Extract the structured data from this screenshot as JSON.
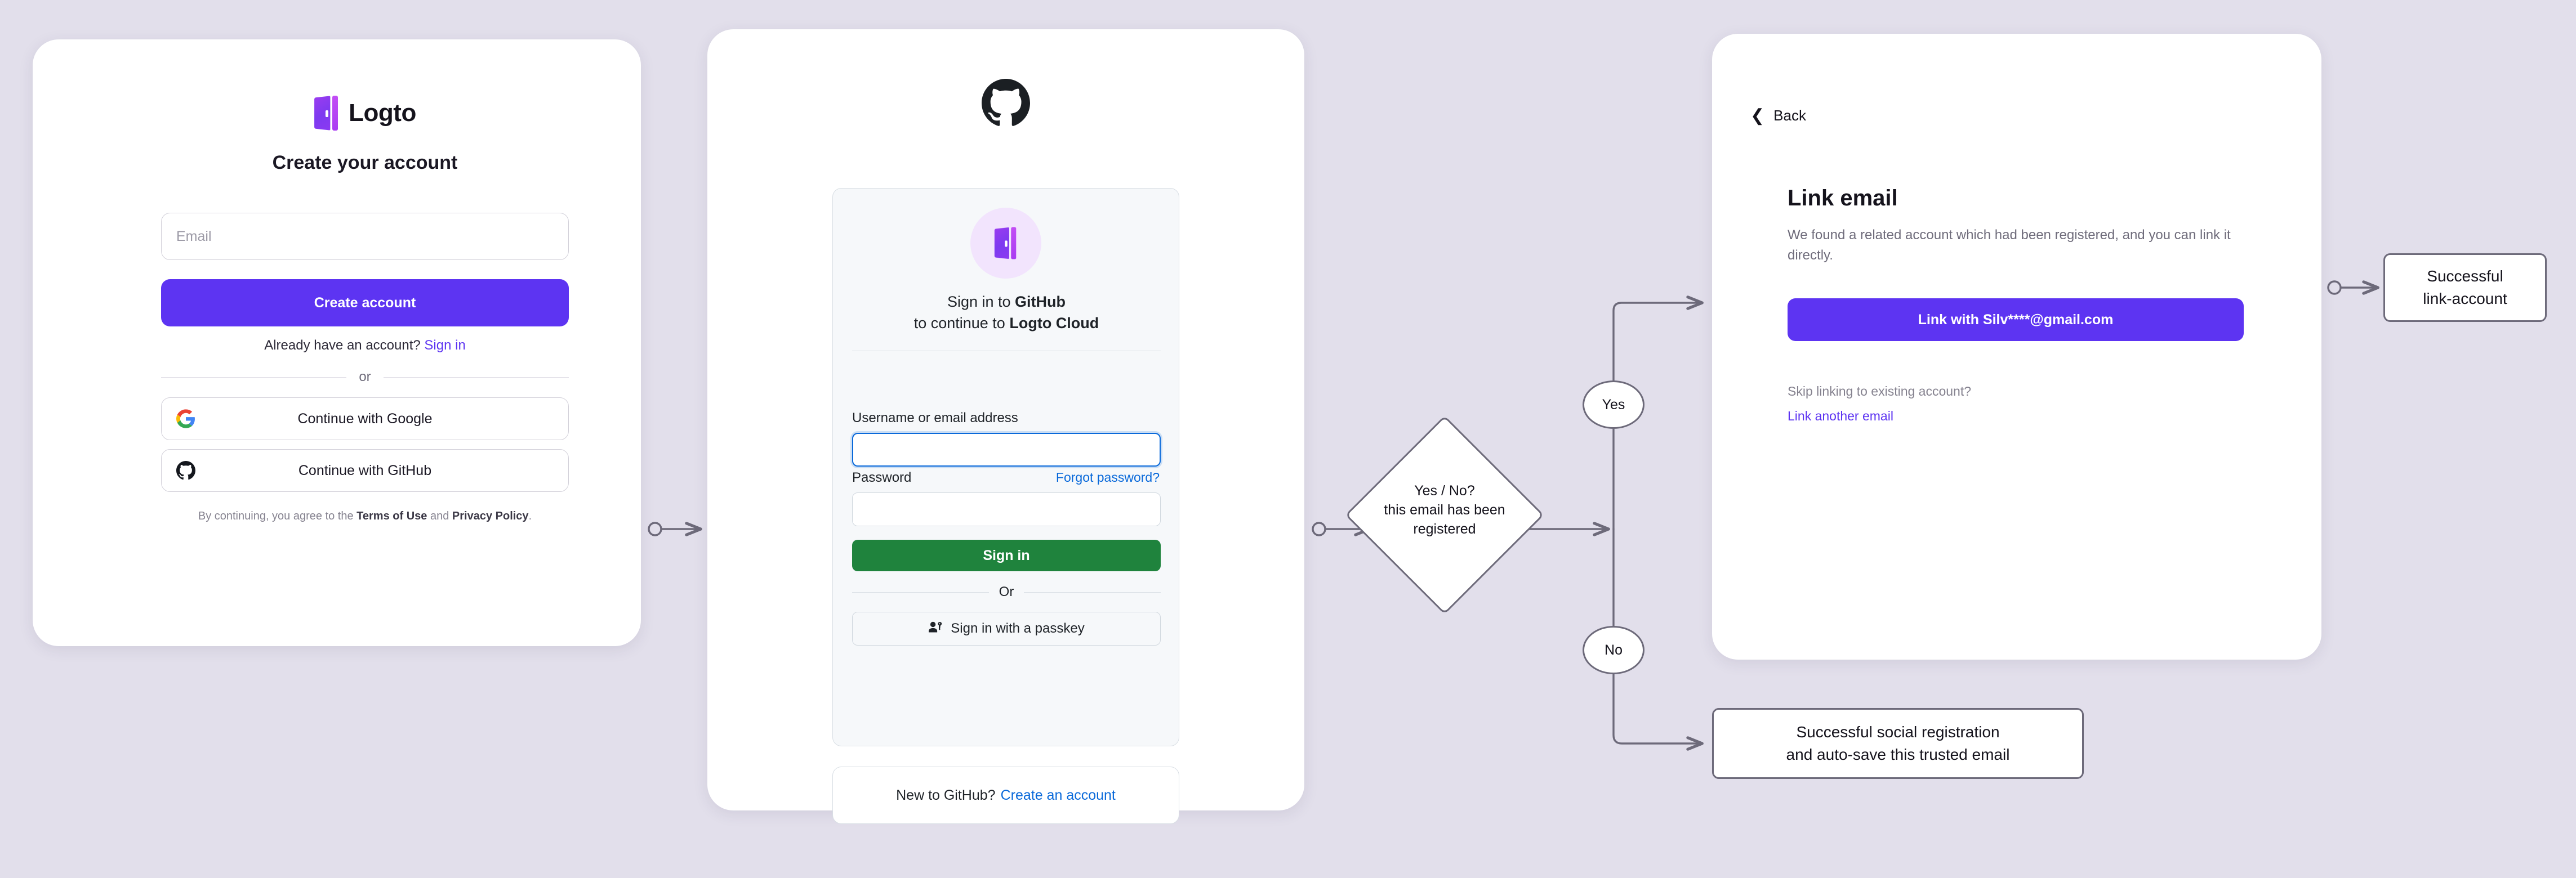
{
  "canvas": {
    "background": "#e2dfeb",
    "accent_purple": "#5d34f2",
    "github_green": "#1f833d",
    "github_blue": "#0969da",
    "stroke": "#6d6a7a"
  },
  "signup_card": {
    "brand": "Logto",
    "title": "Create your account",
    "email_placeholder": "Email",
    "create_account_label": "Create account",
    "already_prefix": "Already have an account?",
    "sign_in_link": "Sign in",
    "divider": "or",
    "google_label": "Continue with Google",
    "github_label": "Continue with GitHub",
    "legal_prefix": "By continuing, you agree to the",
    "legal_terms": "Terms of Use",
    "legal_and": "and",
    "legal_privacy": "Privacy Policy",
    "legal_period": "."
  },
  "github_card": {
    "heading_line1_prefix": "Sign in to",
    "heading_line1_strong": "GitHub",
    "heading_line2_prefix": "to continue to",
    "heading_line2_strong": "Logto Cloud",
    "username_label": "Username or email address",
    "username_value": "",
    "password_label": "Password",
    "password_value": "",
    "forgot_label": "Forgot password?",
    "sign_in_label": "Sign in",
    "divider": "Or",
    "passkey_label": "Sign in with a passkey",
    "new_prefix": "New to GitHub?",
    "create_link": "Create an account"
  },
  "link_card": {
    "back_label": "Back",
    "title": "Link email",
    "description": "We found a related account which had been registered, and you can link it directly.",
    "link_button_label": "Link with Silv****@gmail.com",
    "skip_text": "Skip linking to existing account?",
    "link_another_label": "Link another email"
  },
  "flow": {
    "decision_line1": "Yes / No?",
    "decision_line2": "this email has been",
    "decision_line3": "registered",
    "yes_label": "Yes",
    "no_label": "No",
    "result_link_line1": "Successful",
    "result_link_line2": "link-account",
    "result_social_line1": "Successful social registration",
    "result_social_line2": "and auto-save this trusted email"
  }
}
